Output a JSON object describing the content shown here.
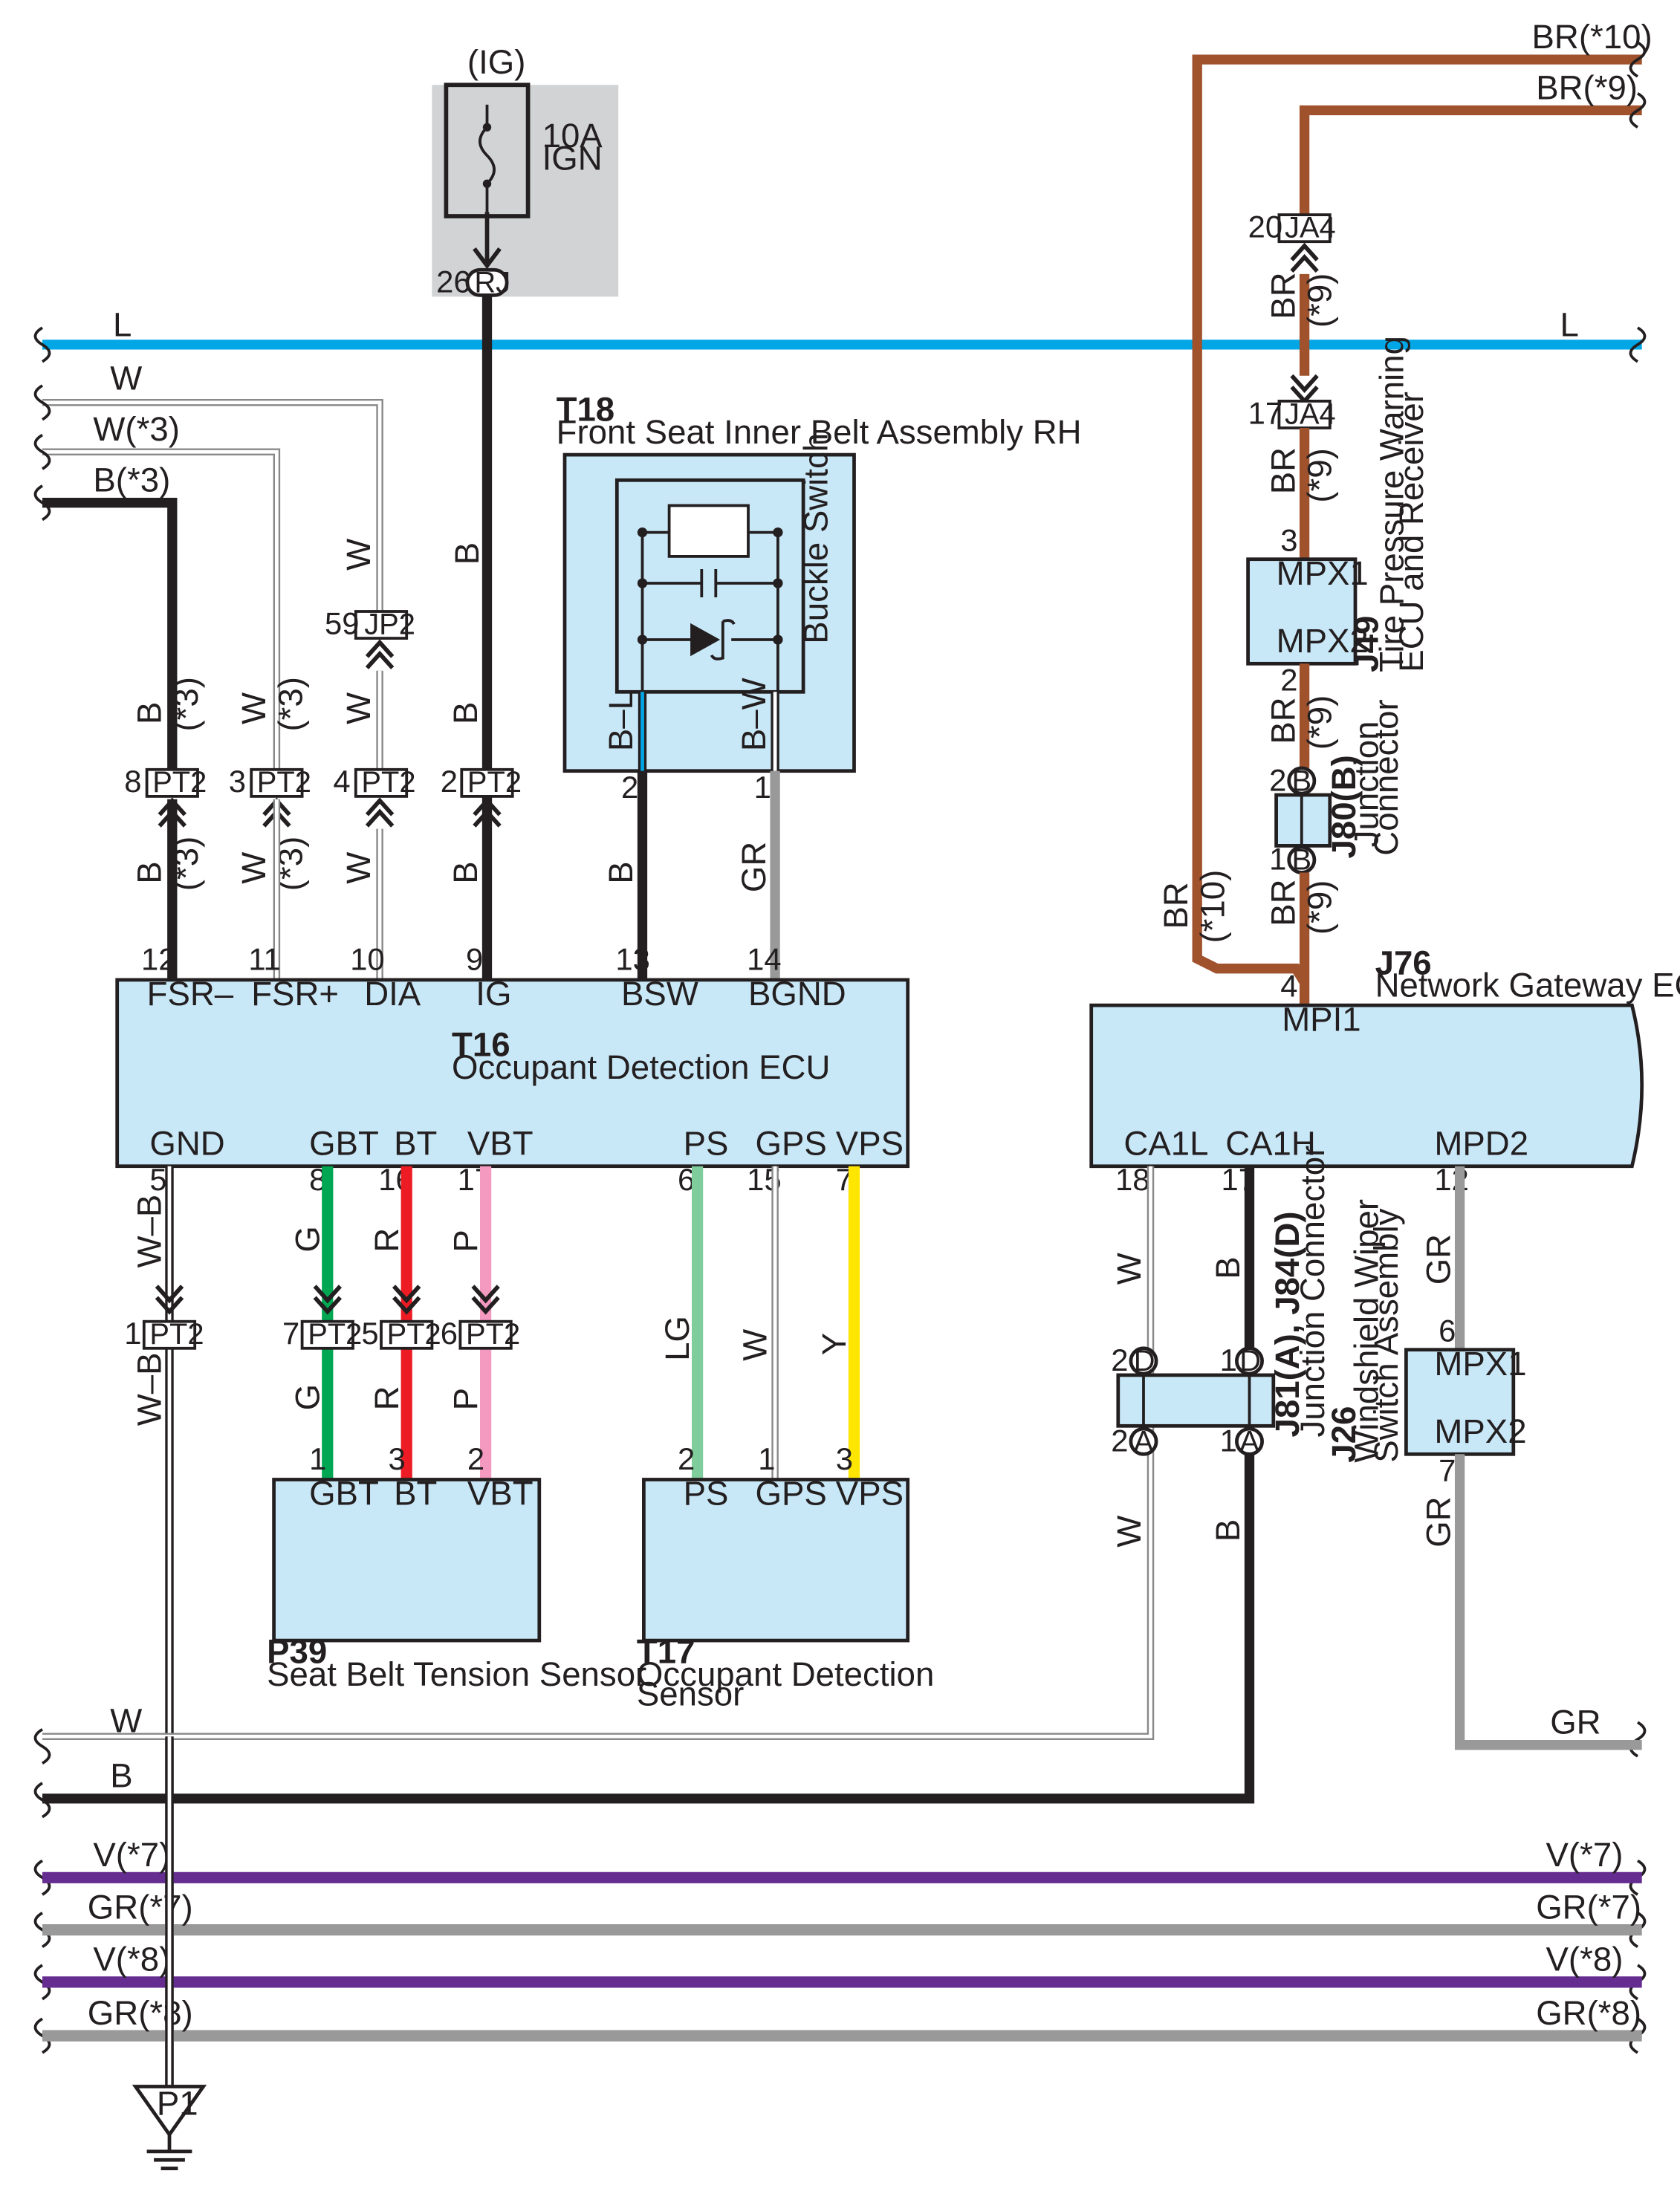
{
  "fuse": {
    "source": "(IG)",
    "rating": "10A",
    "name": "IGN",
    "pin": "26",
    "connector": "RJ"
  },
  "buses": {
    "L": "L",
    "W_top": "W",
    "W3": "W(*3)",
    "B3": "B(*3)",
    "BR10": "BR(*10)",
    "BR9": "BR(*9)",
    "W_bot": "W",
    "B_bot": "B",
    "GR_bot": "GR",
    "V7": "V(*7)",
    "GR7": "GR(*7)",
    "V8": "V(*8)",
    "GR8": "GR(*8)"
  },
  "wire_colors": {
    "B": "#231f20",
    "W": "#ffffff",
    "L": "#00a6e6",
    "BR": "#a0522d",
    "GR": "#999999",
    "G": "#00a651",
    "R": "#ed1c24",
    "P": "#f49ac1",
    "LG": "#7fcc9c",
    "Y": "#ffe600",
    "V": "#662d91",
    "box": "#c9e8f7"
  },
  "t18": {
    "id": "T18",
    "name": "Front Seat Inner Belt Assembly RH",
    "switch": "Buckle Switch",
    "pins": [
      "2",
      "1"
    ],
    "wires": [
      "B–L",
      "B–W"
    ]
  },
  "t16": {
    "id": "T16",
    "name": "Occupant Detection ECU",
    "top_pins": [
      {
        "num": "12",
        "name": "FSR–"
      },
      {
        "num": "11",
        "name": "FSR+"
      },
      {
        "num": "10",
        "name": "DIA"
      },
      {
        "num": "9",
        "name": "IG"
      },
      {
        "num": "13",
        "name": "BSW"
      },
      {
        "num": "14",
        "name": "BGND"
      }
    ],
    "bottom_pins": [
      {
        "num": "5",
        "name": "GND"
      },
      {
        "num": "8",
        "name": "GBT"
      },
      {
        "num": "16",
        "name": "BT"
      },
      {
        "num": "17",
        "name": "VBT"
      },
      {
        "num": "6",
        "name": "PS"
      },
      {
        "num": "15",
        "name": "GPS"
      },
      {
        "num": "7",
        "name": "VPS"
      }
    ]
  },
  "pt2_upper": [
    {
      "pin": "8",
      "conn": "PT2",
      "wire": "B",
      "note": "(*3)"
    },
    {
      "pin": "3",
      "conn": "PT2",
      "wire": "W",
      "note": "(*3)"
    },
    {
      "pin": "4",
      "conn": "PT2",
      "wire": "W",
      "note": ""
    },
    {
      "pin": "2",
      "conn": "PT2",
      "wire": "B",
      "note": ""
    }
  ],
  "jp2": {
    "pin": "59",
    "conn": "JP2",
    "wire": "W"
  },
  "pt2_lower": [
    {
      "pin": "1",
      "conn": "PT2",
      "wire": "W–B"
    },
    {
      "pin": "7",
      "conn": "PT2",
      "wire": "G"
    },
    {
      "pin": "5",
      "conn": "PT2",
      "wire": "R"
    },
    {
      "pin": "6",
      "conn": "PT2",
      "wire": "P"
    }
  ],
  "p39": {
    "id": "P39",
    "name": "Seat Belt Tension Sensor",
    "pins": [
      {
        "num": "1",
        "name": "GBT"
      },
      {
        "num": "3",
        "name": "BT"
      },
      {
        "num": "2",
        "name": "VBT"
      }
    ]
  },
  "t17": {
    "id": "T17",
    "name_line1": "Occupant Detection",
    "name_line2": "Sensor",
    "pins": [
      {
        "num": "2",
        "name": "PS",
        "wire": "LG"
      },
      {
        "num": "1",
        "name": "GPS",
        "wire": "W"
      },
      {
        "num": "3",
        "name": "VPS",
        "wire": "Y"
      }
    ]
  },
  "ja4_top": {
    "pin": "20",
    "conn": "JA4"
  },
  "ja4_bot": {
    "pin": "17",
    "conn": "JA4"
  },
  "br9_wire": {
    "color": "BR",
    "note": "(*9)"
  },
  "br10_wire": {
    "color": "BR",
    "note": "(*10)"
  },
  "j49": {
    "id": "J49",
    "name_line1": "Tire Pressure Warning",
    "name_line2": "ECU and Receiver",
    "pin_top": "3",
    "pin_bot": "2",
    "t1": "MPX1",
    "t2": "MPX2"
  },
  "j80": {
    "id": "J80(B)",
    "name_line1": "Junction",
    "name_line2": "Connector",
    "pin_top": "2",
    "pin_bot": "1",
    "letter": "B"
  },
  "j76": {
    "id": "J76",
    "name": "Network Gateway ECU",
    "pin_top": "4",
    "top_name": "MPI1",
    "bottom_pins": [
      {
        "num": "18",
        "name": "CA1L"
      },
      {
        "num": "17",
        "name": "CA1H"
      },
      {
        "num": "12",
        "name": "MPD2"
      }
    ]
  },
  "j81": {
    "id": "J81(A), J84(D)",
    "name": "Junction Connector",
    "pins": [
      {
        "num": "2",
        "letter": "D"
      },
      {
        "num": "1",
        "letter": "D"
      },
      {
        "num": "2",
        "letter": "A"
      },
      {
        "num": "1",
        "letter": "A"
      }
    ]
  },
  "j26": {
    "id": "J26",
    "name_line1": "Windshield Wiper",
    "name_line2": "Switch Assembly",
    "pin_top": "6",
    "pin_bot": "7",
    "t1": "MPX1",
    "t2": "MPX2"
  },
  "wire_labels": {
    "W": "W",
    "B": "B",
    "GR": "GR",
    "WB": "W–B"
  },
  "ground": {
    "id": "P1"
  }
}
